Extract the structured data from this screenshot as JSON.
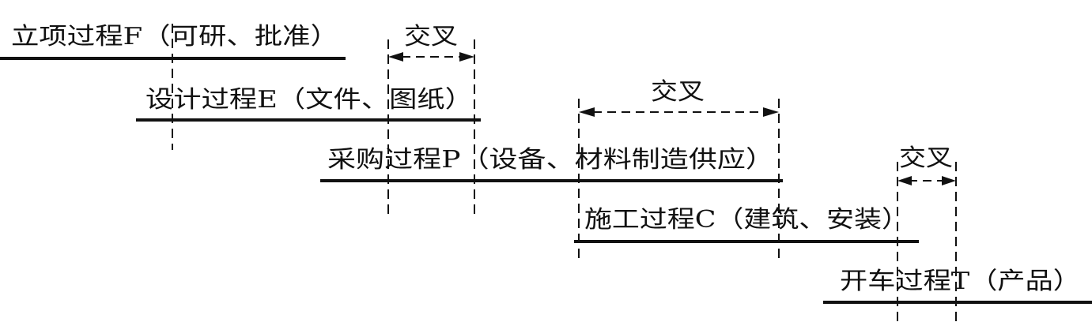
{
  "diagram": {
    "phases": [
      {
        "id": "f",
        "label": "立项过程F（可研、批准）"
      },
      {
        "id": "e",
        "label": "设计过程E（文件、图纸）"
      },
      {
        "id": "p",
        "label": "采购过程P（设备、材料制造供应）"
      },
      {
        "id": "c",
        "label": "施工过程C（建筑、安装）"
      },
      {
        "id": "t",
        "label": "开车过程T（产品）"
      }
    ],
    "overlaps": [
      {
        "id": "1",
        "label": "交叉"
      },
      {
        "id": "2",
        "label": "交叉"
      },
      {
        "id": "3",
        "label": "交叉"
      }
    ]
  }
}
